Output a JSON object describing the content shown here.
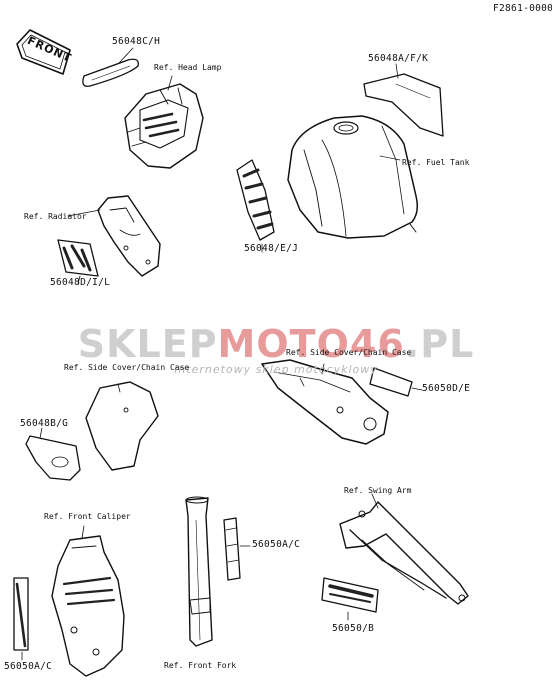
{
  "diagram_code": "F2861-0000",
  "watermark": {
    "part1": "SKLEP",
    "part2": "MOTO46",
    "part3": ".PL",
    "subtitle": "internetowy sklep motocyklowy"
  },
  "emblem_text": "FRONT",
  "labels": {
    "p56048ch": "56048C/H",
    "head_lamp": "Ref. Head Lamp",
    "p56048afk": "56048A/F/K",
    "fuel_tank": "Ref. Fuel Tank",
    "radiator": "Ref. Radiator",
    "p56048ej": "56048/E/J",
    "p56048dil": "56048D/I/L",
    "side_cover_chain_right": "Ref. Side Cover/Chain Case",
    "side_cover_chain_left": "Ref. Side Cover/Chain Case",
    "p56050de": "56050D/E",
    "p56048bg": "56048B/G",
    "swing_arm": "Ref. Swing Arm",
    "front_caliper": "Ref. Front Caliper",
    "p56050ac_fork": "56050A/C",
    "p56050ac_cal": "56050A/C",
    "p56050b": "56050/B",
    "front_fork": "Ref. Front Fork"
  }
}
